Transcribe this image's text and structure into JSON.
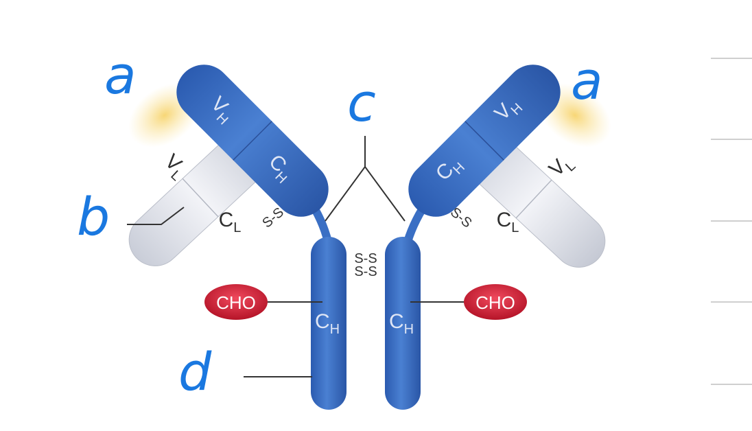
{
  "diagram": {
    "domains": {
      "vh": "V",
      "vh_sub": "H",
      "ch": "C",
      "ch_sub": "H",
      "vl": "V",
      "vl_sub": "L",
      "cl": "C",
      "cl_sub": "L"
    },
    "disulfide": "S-S",
    "carbohydrate": "CHO",
    "hand_labels": {
      "a": "a",
      "b": "b",
      "c": "c",
      "d": "d"
    },
    "colors": {
      "heavy_chain": "#3a6fc4",
      "light_chain": "#e3e6ee",
      "carbohydrate": "#d8243a",
      "antigen_site": "#f6d77a",
      "handwriting": "#1a78e0"
    }
  }
}
